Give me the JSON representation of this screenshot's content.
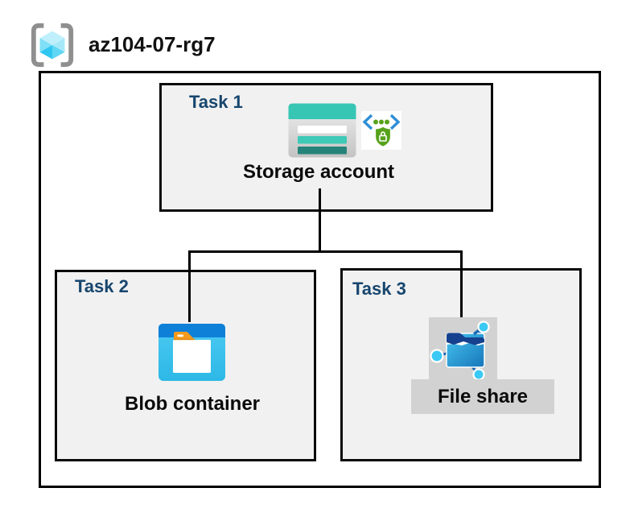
{
  "header": {
    "resource_group_name": "az104-07-rg7",
    "icon": "resource-group-icon"
  },
  "tasks": [
    {
      "label": "Task 1",
      "resource": "Storage account",
      "icons": [
        "storage-account-icon",
        "shared-access-signature-icon"
      ]
    },
    {
      "label": "Task 2",
      "resource": "Blob container",
      "icons": [
        "blob-container-icon"
      ]
    },
    {
      "label": "Task 3",
      "resource": "File share",
      "icons": [
        "file-share-icon"
      ],
      "highlighted": true
    }
  ],
  "connections": [
    {
      "from": "Storage account",
      "to": "Blob container"
    },
    {
      "from": "Storage account",
      "to": "File share"
    }
  ],
  "colors": {
    "task_label_navy": "#17466e",
    "box_fill": "#f1f1f1",
    "line_black": "#000000",
    "storage_teal": "#37c6b4",
    "storage_teal_dark": "#26837a",
    "blob_bar_blue": "#0e80d8",
    "blob_body_cyan": "#38c3ec",
    "folder_tab_orange": "#f49a1c",
    "sas_green": "#57a21b",
    "sas_bracket_blue": "#2f8ed6",
    "fileshare_highlight_gray": "#d2d2d2",
    "fileshare_flap_navy": "#16418f",
    "node_cyan": "#3ac9f5",
    "cube_light": "#bfeffb",
    "bracket_gray": "#8f8f8f"
  }
}
